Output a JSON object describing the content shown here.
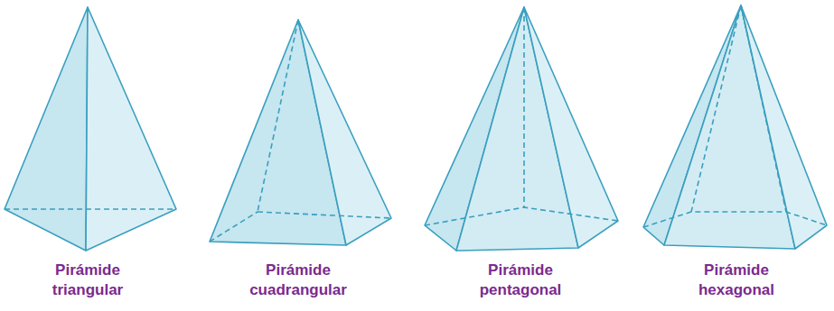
{
  "diagram": {
    "labels": [
      "Pirámide triangular",
      "Pirámide cuadrangular",
      "Pirámide pentagonal",
      "Pirámide hexagonal"
    ]
  }
}
